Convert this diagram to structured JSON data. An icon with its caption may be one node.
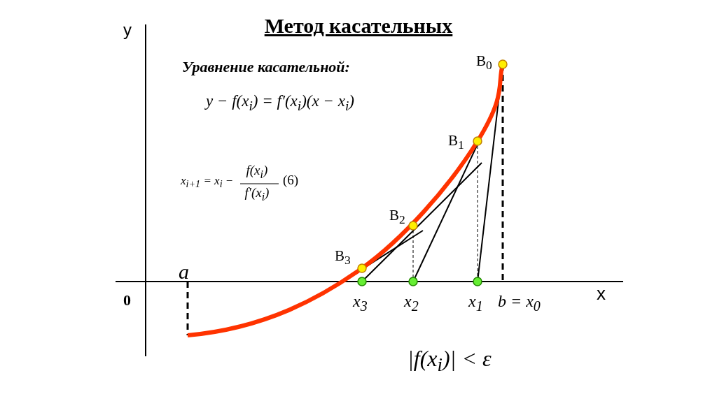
{
  "diagram": {
    "title": "Метод касательных",
    "labels": [
      "y",
      "Уравнение касательной:",
      "y − f(x$_{i}$) = f′(x$_{i}$)(x − x$_{i}$)",
      "B$_{0}$",
      "B$_{1}$",
      "x$_{i+1}$ = x$_{i}$ −",
      "f(x$_{i}$)",
      "f′(x$_{i}$)",
      "(6)",
      "B$_{2}$",
      "B$_{3}$",
      "a",
      "0",
      "x$_{3}$",
      "x$_{2}$",
      "x$_{1}$",
      "b = x$_{0}$",
      "x",
      "|f(x$_{i}$)| < ε"
    ]
  }
}
